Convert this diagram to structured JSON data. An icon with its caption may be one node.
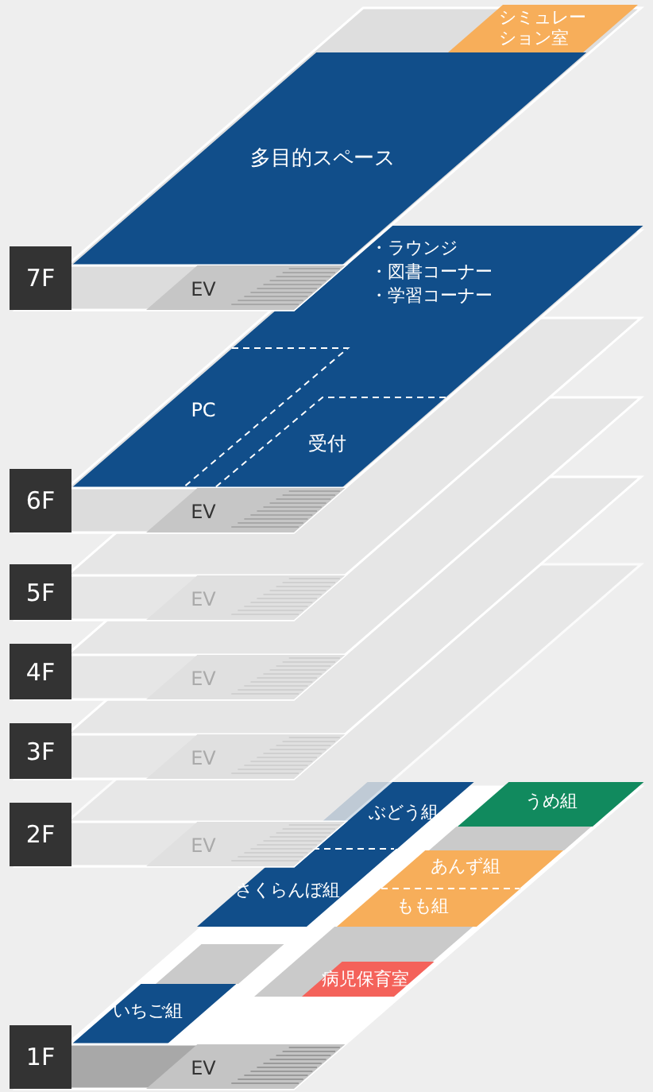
{
  "diagram": {
    "nodes": [
      {
        "text": [
          "シミュレーション室"
        ]
      },
      {
        "text": [
          "多目的スペース"
        ]
      },
      {
        "text": [
          "7F"
        ]
      },
      {
        "text": [
          "EV"
        ]
      },
      {
        "text": [
          "・ラウンジ",
          "・図書コーナー",
          "・学習コーナー"
        ]
      },
      {
        "text": [
          "PC"
        ],
        "in": 4
      },
      {
        "text": [
          "受付"
        ],
        "in": 4
      },
      {
        "text": [
          "6F"
        ]
      },
      {
        "text": [
          "EV"
        ]
      },
      {
        "text": [
          "5F"
        ]
      },
      {
        "text": [
          "EV"
        ]
      },
      {
        "text": [
          "4F"
        ]
      },
      {
        "text": [
          "EV"
        ]
      },
      {
        "text": [
          "3F"
        ]
      },
      {
        "text": [
          "EV"
        ]
      },
      {
        "text": [
          "2F"
        ]
      },
      {
        "text": [
          "EV"
        ]
      },
      {
        "text": [
          "ぶどう組"
        ]
      },
      {
        "text": [
          "うめ組"
        ]
      },
      {
        "text": [
          "さくらんぼ組"
        ]
      },
      {
        "text": [
          "あんず組"
        ]
      },
      {
        "text": [
          "もも組"
        ]
      },
      {
        "text": [
          "病児保育室"
        ],
        "in": 27
      },
      {
        "text": [
          "いちご組"
        ]
      },
      {
        "text": [
          "1F"
        ]
      },
      {
        "text": [
          "EV"
        ]
      },
      {
        "text": [],
        "shape": "box"
      },
      {
        "text": [],
        "shape": "box"
      },
      {
        "text": [],
        "shape": "box"
      }
    ]
  }
}
